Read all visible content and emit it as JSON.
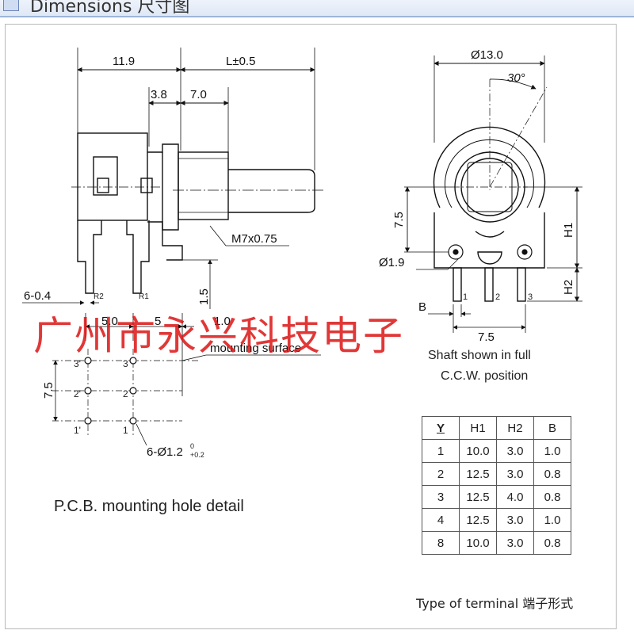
{
  "header": {
    "title": "Dimensions 尺寸图"
  },
  "side_view": {
    "dims": {
      "overall_left": "11.9",
      "shaft_length": "L±0.5",
      "bushing_step": "3.8",
      "bushing_len": "7.0",
      "thread": "M7x0.75",
      "pin_height": "1.5",
      "pin_size": "6-0.4",
      "offset_a": "5.0",
      "offset_b": "5",
      "offset_c": "1.0",
      "mounting_surface": "mounting surface"
    },
    "pin_labels": {
      "r2": "R2",
      "r1": "R1"
    }
  },
  "front_view": {
    "dims": {
      "diameter": "Ø13.0",
      "angle": "30°",
      "height_75": "7.5",
      "hole_dia": "Ø1.9",
      "h1": "H1",
      "h2": "H2",
      "b": "B",
      "pitch": "7.5"
    },
    "pin_numbers": [
      "1",
      "2",
      "3"
    ]
  },
  "pcb_detail": {
    "pitch": "7.5",
    "hole_spec_main": "6-Ø1.2",
    "hole_tol_plus": "0",
    "hole_tol_minus": "+0.2",
    "left_labels": [
      "3'",
      "2'",
      "1'"
    ],
    "right_labels": [
      "3",
      "2",
      "1"
    ],
    "caption": "P.C.B.  mounting hole detail"
  },
  "notes": {
    "shaft_line1": "Shaft shown in full",
    "shaft_line2": "C.C.W. position"
  },
  "terminal_table": {
    "headers": [
      "Y",
      "H1",
      "H2",
      "B"
    ],
    "rows": [
      [
        "1",
        "10.0",
        "3.0",
        "1.0"
      ],
      [
        "2",
        "12.5",
        "3.0",
        "0.8"
      ],
      [
        "3",
        "12.5",
        "4.0",
        "0.8"
      ],
      [
        "4",
        "12.5",
        "3.0",
        "1.0"
      ],
      [
        "8",
        "10.0",
        "3.0",
        "0.8"
      ]
    ],
    "caption": "Type of terminal 端子形式"
  },
  "watermark": "广州市永兴科技电子"
}
